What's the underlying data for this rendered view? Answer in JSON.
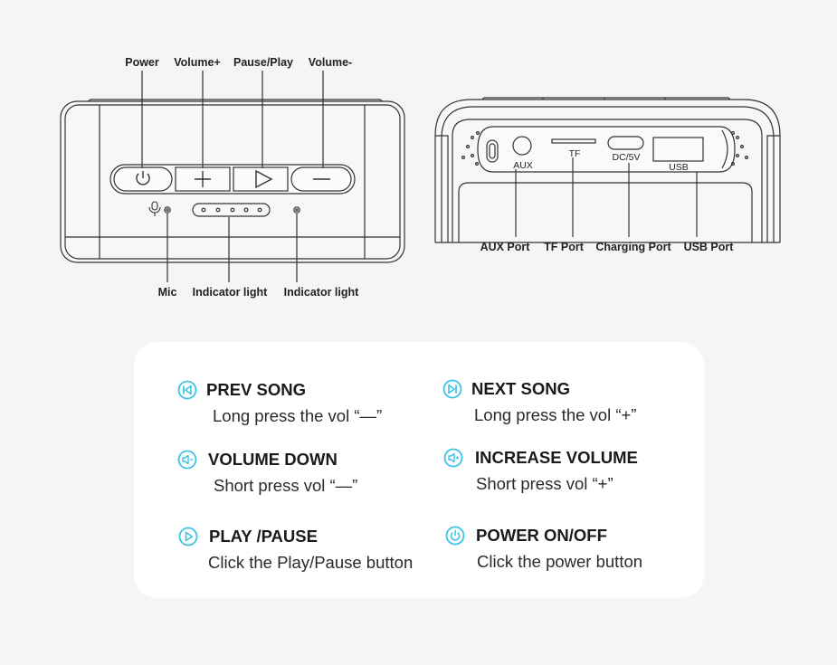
{
  "colors": {
    "accent": "#3cc4e4",
    "line": "#333333",
    "card": "#ffffff",
    "background": "#f5f5f5"
  },
  "front": {
    "top_labels": [
      "Power",
      "Volume+",
      "Pause/Play",
      "Volume-"
    ],
    "bottom_labels": [
      "Mic",
      "Indicator light",
      "Indicator light"
    ]
  },
  "back": {
    "port_labels": [
      "AUX Port",
      "TF Port",
      "Charging Port",
      "USB Port"
    ],
    "port_marks": [
      "AUX",
      "TF",
      "DC/5V",
      "USB"
    ]
  },
  "functions": [
    {
      "icon": "prev-song-icon",
      "title": "PREV SONG",
      "desc": "Long press the vol “—”"
    },
    {
      "icon": "next-song-icon",
      "title": "NEXT SONG",
      "desc": "Long press the vol “+”"
    },
    {
      "icon": "volume-down-icon",
      "title": "VOLUME DOWN",
      "desc": "Short press vol “—”"
    },
    {
      "icon": "volume-up-icon",
      "title": "INCREASE VOLUME",
      "desc": "Short press vol “+”"
    },
    {
      "icon": "play-pause-icon",
      "title": "PLAY /PAUSE",
      "desc": "Click the Play/Pause button"
    },
    {
      "icon": "power-icon",
      "title": "POWER ON/OFF",
      "desc": "Click the power button"
    }
  ]
}
